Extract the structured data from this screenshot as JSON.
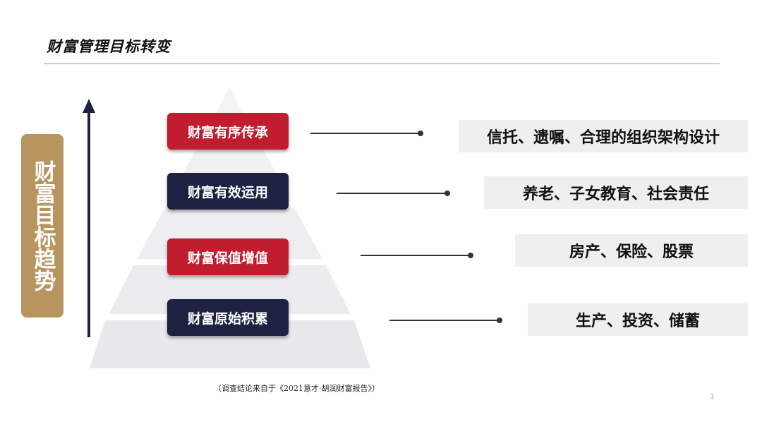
{
  "title": "财富管理目标转变",
  "side_label": "财富目标趋势",
  "levels": [
    {
      "label": "财富有序传承",
      "detail": "信托、遗嘱、合理的组织架构设计",
      "color": "#c01e2e"
    },
    {
      "label": "财富有效运用",
      "detail": "养老、子女教育、社会责任",
      "color": "#1d2242"
    },
    {
      "label": "财富保值增值",
      "detail": "房产、保险、股票",
      "color": "#c01e2e"
    },
    {
      "label": "财富原始积累",
      "detail": "生产、投资、储蓄",
      "color": "#1d2242"
    }
  ],
  "source_note": "（调查结论来自于《2021意才·胡润财富报告》）",
  "page_number": "3",
  "colors": {
    "red": "#c01e2e",
    "navy": "#1d2242",
    "gold": "#b8955f",
    "box_bg": "#efefef"
  }
}
